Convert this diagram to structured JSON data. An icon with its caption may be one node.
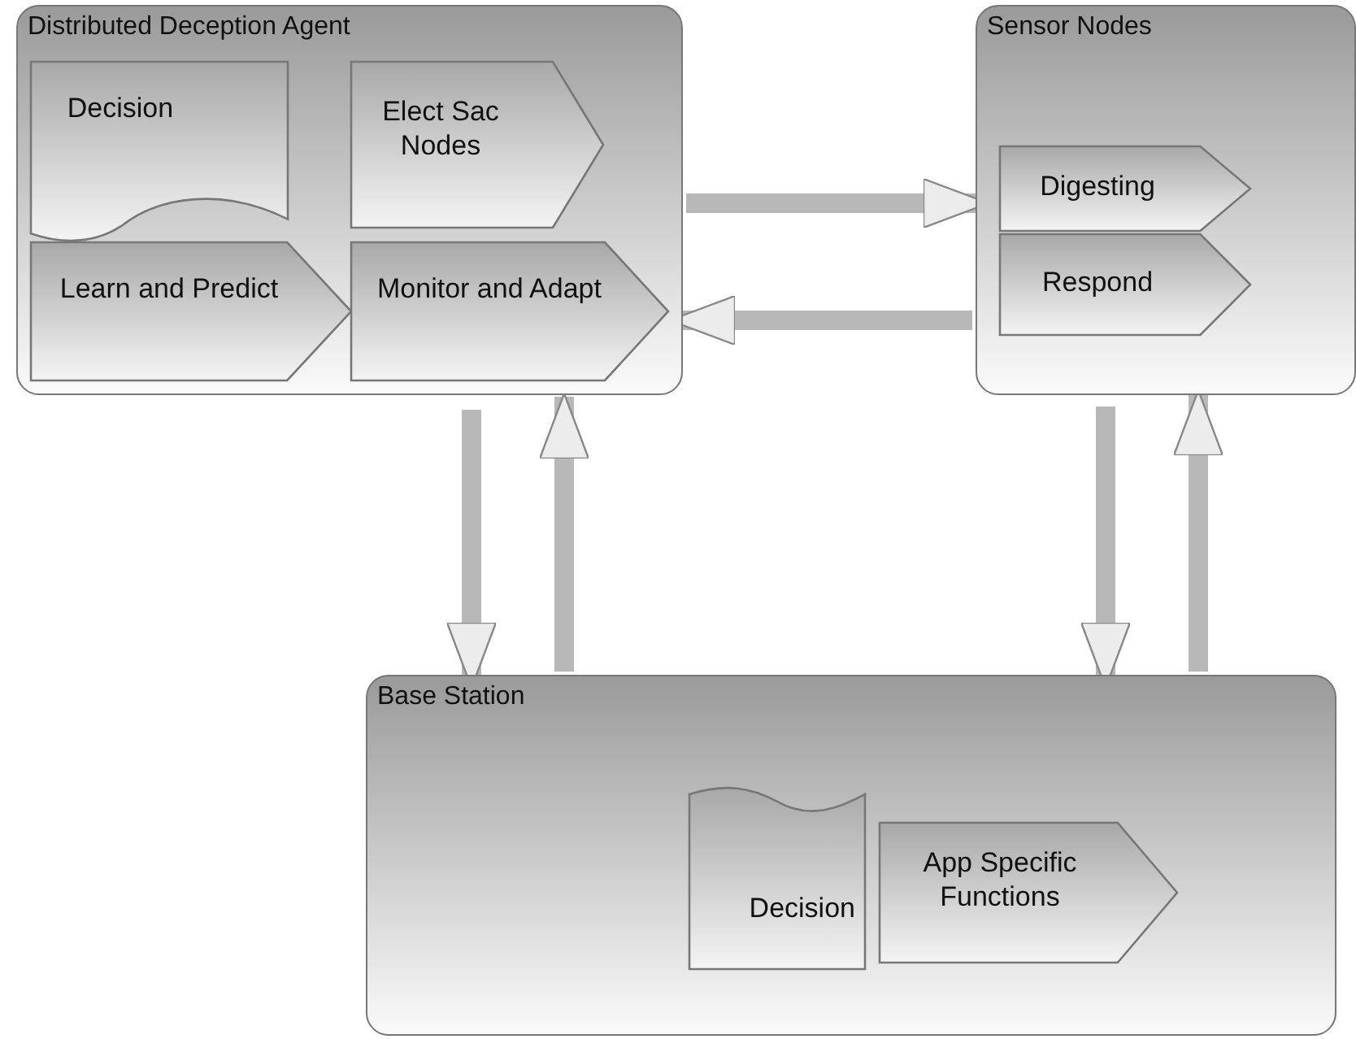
{
  "diagram": {
    "nodes": [
      {
        "text": [
          "Distributed Deception Agent"
        ]
      },
      {
        "text": [
          "Decision"
        ],
        "in": 0
      },
      {
        "text": [
          "Elect Sac Nodes"
        ],
        "in": 0
      },
      {
        "text": [
          "Learn and Predict"
        ],
        "in": 0
      },
      {
        "text": [
          "Monitor and Adapt"
        ],
        "in": 0
      },
      {
        "text": [
          "Sensor Nodes"
        ]
      },
      {
        "text": [
          "Digesting"
        ],
        "in": 5
      },
      {
        "text": [
          "Respond"
        ],
        "in": 5
      },
      {
        "text": [
          "Base Station"
        ]
      },
      {
        "text": [
          "Decision"
        ],
        "in": 8
      },
      {
        "text": [
          "App Specific Functions"
        ],
        "in": 8
      }
    ],
    "edges": [
      {
        "from": 0,
        "to": 5,
        "arrow": "to"
      },
      {
        "from": 5,
        "to": 0,
        "arrow": "to"
      },
      {
        "from": 0,
        "to": 8,
        "arrow": "to"
      },
      {
        "from": 8,
        "to": 0,
        "arrow": "to"
      },
      {
        "from": 5,
        "to": 8,
        "arrow": "to"
      },
      {
        "from": 8,
        "to": 5,
        "arrow": "to"
      }
    ]
  }
}
